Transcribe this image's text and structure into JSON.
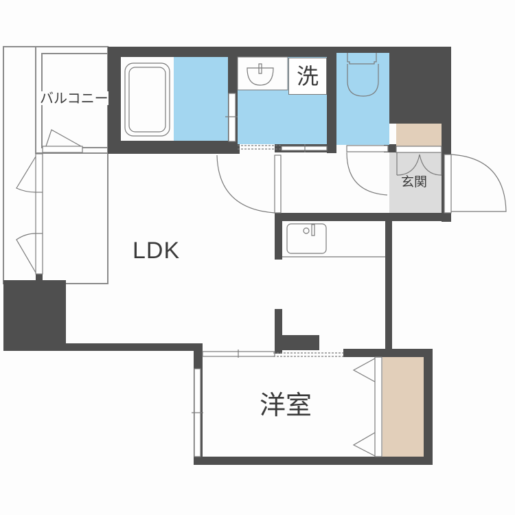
{
  "floorplan": {
    "rooms": {
      "ldk": {
        "label": "LDK"
      },
      "western_room": {
        "label": "洋室"
      },
      "balcony": {
        "label": "バルコニー"
      },
      "entrance": {
        "label": "玄関"
      },
      "washroom": {
        "label": "洗"
      },
      "bathroom": {
        "label": ""
      },
      "toilet": {
        "label": ""
      },
      "kitchen": {
        "label": ""
      }
    },
    "colors": {
      "wall": "#4f4f4f",
      "wet_area": "#a3d6f0",
      "storage": "#e2cfba",
      "entrance_floor": "#dcdcdc",
      "floor": "#fdfdfd",
      "line": "#777777"
    }
  }
}
